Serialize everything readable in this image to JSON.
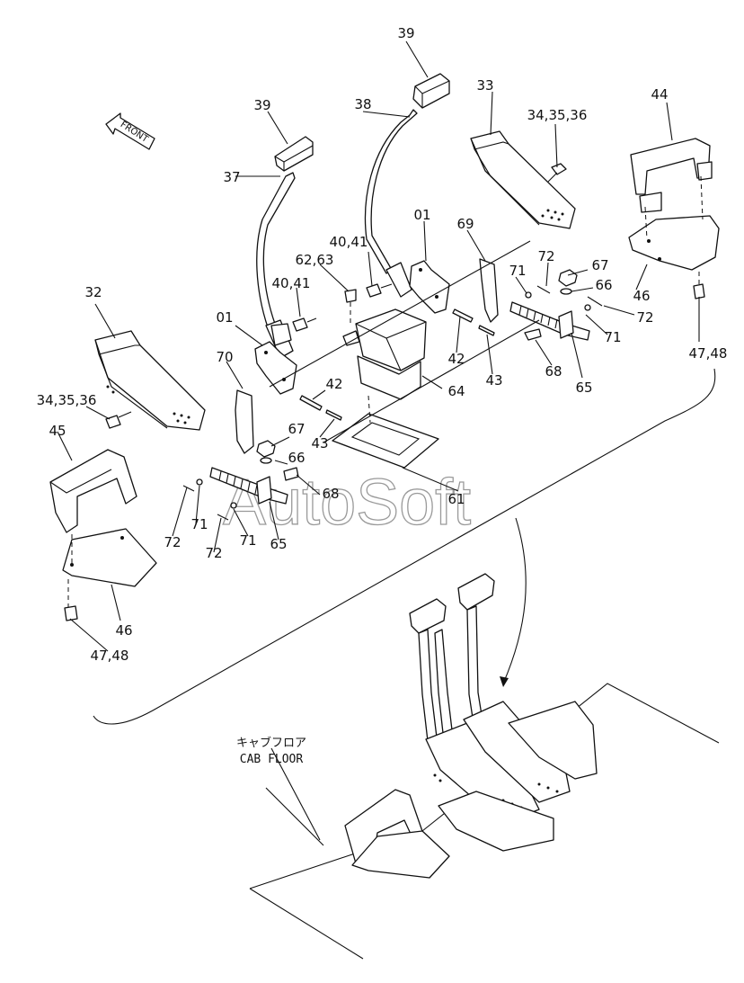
{
  "labels": {
    "p39a": "39",
    "p39b": "39",
    "p38": "38",
    "p37": "37",
    "p33": "33",
    "p343536a": "34,35,36",
    "p44": "44",
    "p01a": "01",
    "p69": "69",
    "p4041a": "40,41",
    "p6263": "62,63",
    "p4041b": "40,41",
    "p72a": "72",
    "p67a": "67",
    "p71a": "71",
    "p66a": "66",
    "p72b": "72",
    "p46a": "46",
    "p4748a": "47,48",
    "p71b": "71",
    "p32": "32",
    "p01b": "01",
    "p42a": "42",
    "p43a": "43",
    "p68a": "68",
    "p65a": "65",
    "p64": "64",
    "p70": "70",
    "p42b": "42",
    "p43b": "43",
    "p343536b": "34,35,36",
    "p67b": "67",
    "p66b": "66",
    "p45": "45",
    "p68b": "68",
    "p61": "61",
    "p72c": "72",
    "p71c": "71",
    "p72d": "72",
    "p71d": "71",
    "p65b": "65",
    "p46b": "46",
    "p4748b": "47,48"
  },
  "front_arrow": "FRONT",
  "cab_floor_jp": "キャブフロア",
  "cab_floor_en": "CAB FLOOR",
  "watermark": "AutoSoft",
  "colors": {
    "ink": "#111111",
    "paper": "#ffffff",
    "watermark": "#9a9a9a"
  }
}
